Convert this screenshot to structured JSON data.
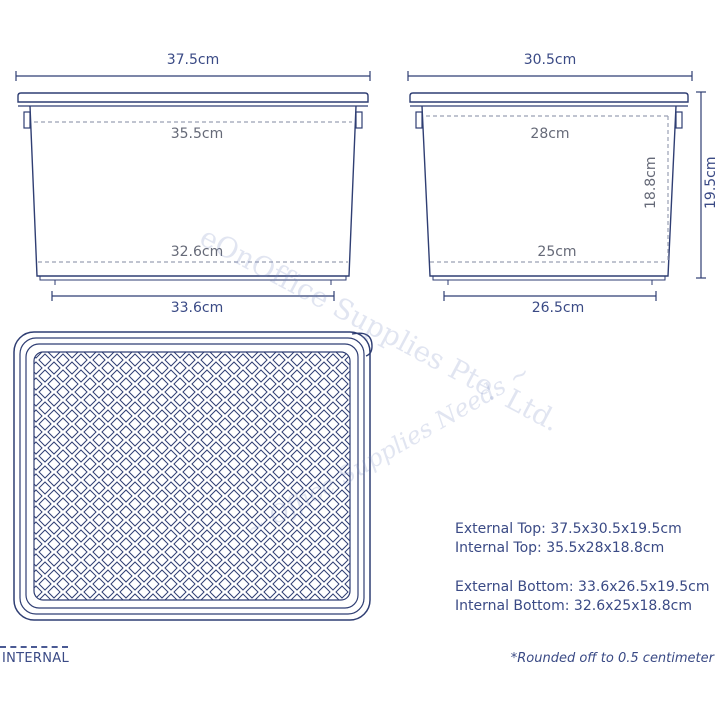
{
  "front_view": {
    "top_width": "37.5cm",
    "internal_top_width": "35.5cm",
    "internal_bottom_width": "32.6cm",
    "bottom_width": "33.6cm"
  },
  "side_view": {
    "top_width": "30.5cm",
    "internal_top_width": "28cm",
    "internal_bottom_width": "25cm",
    "bottom_width": "26.5cm",
    "internal_height": "18.8cm",
    "external_height": "19.5cm"
  },
  "specs": {
    "external_top": "External Top: 37.5x30.5x19.5cm",
    "internal_top": "Internal Top: 35.5x28x18.8cm",
    "external_bottom": "External Bottom: 33.6x26.5x19.5cm",
    "internal_bottom": "Internal Bottom: 32.6x25x18.8cm"
  },
  "legend": {
    "internal_label": "INTERNAL"
  },
  "note": "*Rounded off to 0.5 centimeter",
  "watermark": {
    "line1": "eOnOffice Supplies Pte. Ltd.",
    "line2": "~ Office Supplies Needs ~"
  },
  "colors": {
    "outline": "#2f3e73",
    "dashed": "#9aa0b4",
    "label": "#3a4a85"
  }
}
